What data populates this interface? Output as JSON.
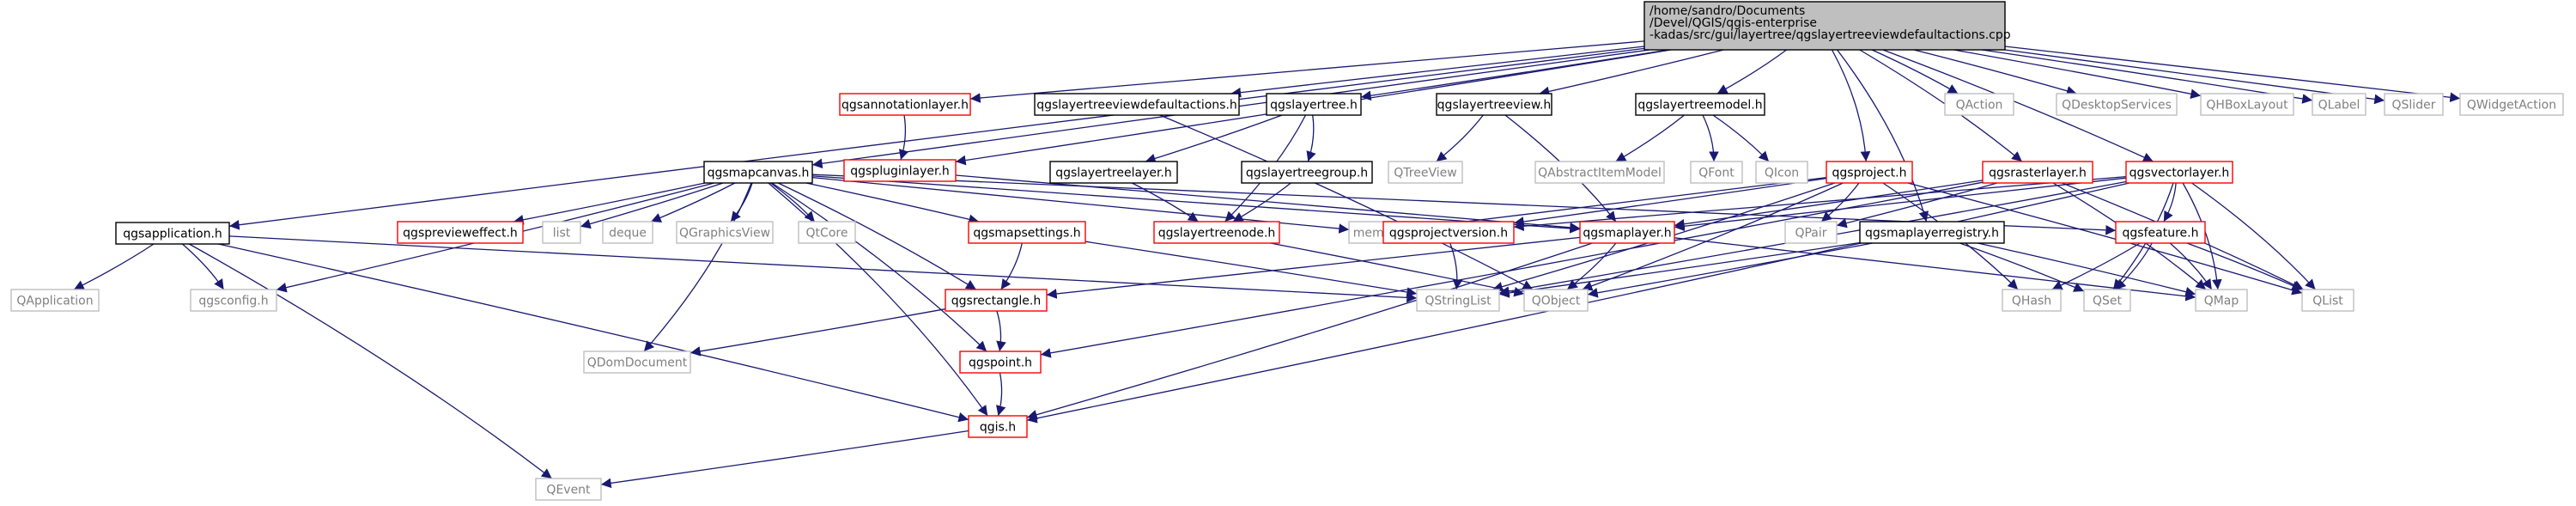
{
  "title": "/home/sandro/Documents/Devel/QGIS/qgis-enterprise-kadas/src/gui/layertree/qgslayertreeviewdefaultactions.cpp",
  "colors": {
    "edge": "#191970",
    "root_fill": "#bfbfbf",
    "documented_border": "#000000",
    "undocumented_border": "#ff0000",
    "external_border": "#bfbfbf",
    "external_text": "#808080"
  },
  "nodes": [
    {
      "id": "root",
      "label": "/home/sandro/Documents\n/Devel/QGIS/qgis-enterprise\n-kadas/src/gui/layertree/qgslayertreeviewdefaultactions.cpp",
      "kind": "root"
    },
    {
      "id": "qgsannotationlayer",
      "label": "qgsannotationlayer.h",
      "kind": "red"
    },
    {
      "id": "qgslayertreeviewdefaultactions",
      "label": "qgslayertreeviewdefaultactions.h",
      "kind": "black"
    },
    {
      "id": "qgslayertree",
      "label": "qgslayertree.h",
      "kind": "black"
    },
    {
      "id": "qgslayertreeview",
      "label": "qgslayertreeview.h",
      "kind": "black"
    },
    {
      "id": "qgslayertreemodel",
      "label": "qgslayertreemodel.h",
      "kind": "black"
    },
    {
      "id": "QAction",
      "label": "QAction",
      "kind": "gray"
    },
    {
      "id": "QDesktopServices",
      "label": "QDesktopServices",
      "kind": "gray"
    },
    {
      "id": "QHBoxLayout",
      "label": "QHBoxLayout",
      "kind": "gray"
    },
    {
      "id": "QLabel",
      "label": "QLabel",
      "kind": "gray"
    },
    {
      "id": "QSlider",
      "label": "QSlider",
      "kind": "gray"
    },
    {
      "id": "QWidgetAction",
      "label": "QWidgetAction",
      "kind": "gray"
    },
    {
      "id": "qgspluginlayer",
      "label": "qgspluginlayer.h",
      "kind": "red"
    },
    {
      "id": "qgsmapcanvas",
      "label": "qgsmapcanvas.h",
      "kind": "black"
    },
    {
      "id": "qgslayertreelayer",
      "label": "qgslayertreelayer.h",
      "kind": "black"
    },
    {
      "id": "qgslayertreegroup",
      "label": "qgslayertreegroup.h",
      "kind": "black"
    },
    {
      "id": "QTreeView",
      "label": "QTreeView",
      "kind": "gray"
    },
    {
      "id": "QAbstractItemModel",
      "label": "QAbstractItemModel",
      "kind": "gray"
    },
    {
      "id": "QFont",
      "label": "QFont",
      "kind": "gray"
    },
    {
      "id": "QIcon",
      "label": "QIcon",
      "kind": "gray"
    },
    {
      "id": "qgsproject",
      "label": "qgsproject.h",
      "kind": "red"
    },
    {
      "id": "qgsrasterlayer",
      "label": "qgsrasterlayer.h",
      "kind": "red"
    },
    {
      "id": "qgsvectorlayer",
      "label": "qgsvectorlayer.h",
      "kind": "red"
    },
    {
      "id": "qgsapplication",
      "label": "qgsapplication.h",
      "kind": "black"
    },
    {
      "id": "qgspreviewеffect",
      "label": "qgspreviewеffect.h",
      "kind": "red"
    },
    {
      "id": "list",
      "label": "list",
      "kind": "gray"
    },
    {
      "id": "deque",
      "label": "deque",
      "kind": "gray"
    },
    {
      "id": "QGraphicsView",
      "label": "QGraphicsView",
      "kind": "gray"
    },
    {
      "id": "QtCore",
      "label": "QtCore",
      "kind": "gray"
    },
    {
      "id": "qgsmapsettings",
      "label": "qgsmapsettings.h",
      "kind": "red"
    },
    {
      "id": "qgslayertreenode",
      "label": "qgslayertreenode.h",
      "kind": "red"
    },
    {
      "id": "memory",
      "label": "memory",
      "kind": "gray"
    },
    {
      "id": "qgsprojectversion",
      "label": "qgsprojectversion.h",
      "kind": "red"
    },
    {
      "id": "qgsmaplayer",
      "label": "qgsmaplayer.h",
      "kind": "red"
    },
    {
      "id": "QPair",
      "label": "QPair",
      "kind": "gray"
    },
    {
      "id": "qgsmaplayerregistry",
      "label": "qgsmaplayerregistry.h",
      "kind": "black"
    },
    {
      "id": "qgsfeature",
      "label": "qgsfeature.h",
      "kind": "red"
    },
    {
      "id": "QApplication",
      "label": "QApplication",
      "kind": "gray"
    },
    {
      "id": "qgsconfig",
      "label": "qgsconfig.h",
      "kind": "gray"
    },
    {
      "id": "qgsrectangle",
      "label": "qgsrectangle.h",
      "kind": "red"
    },
    {
      "id": "QStringList",
      "label": "QStringList",
      "kind": "gray"
    },
    {
      "id": "QObject",
      "label": "QObject",
      "kind": "gray"
    },
    {
      "id": "QHash",
      "label": "QHash",
      "kind": "gray"
    },
    {
      "id": "QSet",
      "label": "QSet",
      "kind": "gray"
    },
    {
      "id": "QMap",
      "label": "QMap",
      "kind": "gray"
    },
    {
      "id": "QList",
      "label": "QList",
      "kind": "gray"
    },
    {
      "id": "QDomDocument",
      "label": "QDomDocument",
      "kind": "gray"
    },
    {
      "id": "qgspoint",
      "label": "qgspoint.h",
      "kind": "red"
    },
    {
      "id": "qgis",
      "label": "qgis.h",
      "kind": "red"
    },
    {
      "id": "QEvent",
      "label": "QEvent",
      "kind": "gray"
    }
  ],
  "edges": [
    [
      "root",
      "qgsannotationlayer"
    ],
    [
      "root",
      "qgslayertreeviewdefaultactions"
    ],
    [
      "root",
      "qgslayertree"
    ],
    [
      "root",
      "qgslayertreeview"
    ],
    [
      "root",
      "qgslayertreemodel"
    ],
    [
      "root",
      "QAction"
    ],
    [
      "root",
      "QDesktopServices"
    ],
    [
      "root",
      "QHBoxLayout"
    ],
    [
      "root",
      "QLabel"
    ],
    [
      "root",
      "QSlider"
    ],
    [
      "root",
      "QWidgetAction"
    ],
    [
      "root",
      "qgspluginlayer"
    ],
    [
      "root",
      "qgsmapcanvas"
    ],
    [
      "root",
      "qgsapplication"
    ],
    [
      "root",
      "qgsproject"
    ],
    [
      "root",
      "qgsrasterlayer"
    ],
    [
      "root",
      "qgsvectorlayer"
    ],
    [
      "root",
      "qgsmaplayerregistry"
    ],
    [
      "qgsannotationlayer",
      "qgspluginlayer"
    ],
    [
      "qgslayertreeviewdefaultactions",
      "QObject"
    ],
    [
      "qgslayertree",
      "qgslayertreelayer"
    ],
    [
      "qgslayertree",
      "qgslayertreegroup"
    ],
    [
      "qgslayertree",
      "qgslayertreenode"
    ],
    [
      "qgslayertreeview",
      "QTreeView"
    ],
    [
      "qgslayertreeview",
      "qgsmaplayer"
    ],
    [
      "qgslayertreemodel",
      "QAbstractItemModel"
    ],
    [
      "qgslayertreemodel",
      "QFont"
    ],
    [
      "qgslayertreemodel",
      "QIcon"
    ],
    [
      "qgspluginlayer",
      "qgsmaplayer"
    ],
    [
      "qgsmapcanvas",
      "qgspreviewеffect"
    ],
    [
      "qgsmapcanvas",
      "list"
    ],
    [
      "qgsmapcanvas",
      "deque"
    ],
    [
      "qgsmapcanvas",
      "QGraphicsView"
    ],
    [
      "qgsmapcanvas",
      "QtCore"
    ],
    [
      "qgsmapcanvas",
      "qgsmapsettings"
    ],
    [
      "qgsmapcanvas",
      "memory"
    ],
    [
      "qgsmapcanvas",
      "qgsconfig"
    ],
    [
      "qgsmapcanvas",
      "qgsrectangle"
    ],
    [
      "qgsmapcanvas",
      "qgspoint"
    ],
    [
      "qgsmapcanvas",
      "QDomDocument"
    ],
    [
      "qgsmapcanvas",
      "qgis"
    ],
    [
      "qgsmapcanvas",
      "qgsfeature"
    ],
    [
      "qgsmapcanvas",
      "qgsmaplayer"
    ],
    [
      "qgslayertreelayer",
      "qgslayertreenode"
    ],
    [
      "qgslayertreegroup",
      "qgslayertreenode"
    ],
    [
      "qgslayertreenode",
      "QObject"
    ],
    [
      "qgsproject",
      "memory"
    ],
    [
      "qgsproject",
      "qgsprojectversion"
    ],
    [
      "qgsproject",
      "QPair"
    ],
    [
      "qgsproject",
      "QObject"
    ],
    [
      "qgsproject",
      "QHash"
    ],
    [
      "qgsproject",
      "QList"
    ],
    [
      "qgsproject",
      "QStringList"
    ],
    [
      "qgsrasterlayer",
      "qgsmaplayer"
    ],
    [
      "qgsrasterlayer",
      "QPair"
    ],
    [
      "qgsrasterlayer",
      "QMap"
    ],
    [
      "qgsrasterlayer",
      "qgspoint"
    ],
    [
      "qgsrasterlayer",
      "QList"
    ],
    [
      "qgsvectorlayer",
      "qgsfeature"
    ],
    [
      "qgsvectorlayer",
      "qgsmaplayer"
    ],
    [
      "qgsvectorlayer",
      "QSet"
    ],
    [
      "qgsvectorlayer",
      "QMap"
    ],
    [
      "qgsvectorlayer",
      "QList"
    ],
    [
      "qgsvectorlayer",
      "QStringList"
    ],
    [
      "qgsvectorlayer",
      "qgis"
    ],
    [
      "qgsvectorlayer",
      "qgsprojectversion"
    ],
    [
      "qgsapplication",
      "QApplication"
    ],
    [
      "qgsapplication",
      "qgsconfig"
    ],
    [
      "qgsapplication",
      "QEvent"
    ],
    [
      "qgsapplication",
      "qgis"
    ],
    [
      "qgsapplication",
      "QStringList"
    ],
    [
      "qgsmapsettings",
      "qgsrectangle"
    ],
    [
      "qgsmapsettings",
      "QStringList"
    ],
    [
      "qgsprojectversion",
      "QStringList"
    ],
    [
      "qgsmaplayer",
      "qgsrectangle"
    ],
    [
      "qgsmaplayer",
      "QObject"
    ],
    [
      "qgsmaplayer",
      "qgis"
    ],
    [
      "qgsmaplayer",
      "QMap"
    ],
    [
      "qgsmaplayerregistry",
      "QObject"
    ],
    [
      "qgsmaplayerregistry",
      "QSet"
    ],
    [
      "qgsmaplayerregistry",
      "QMap"
    ],
    [
      "qgsmaplayerregistry",
      "QStringList"
    ],
    [
      "qgsfeature",
      "QHash"
    ],
    [
      "qgsfeature",
      "QSet"
    ],
    [
      "qgsfeature",
      "QMap"
    ],
    [
      "qgsfeature",
      "QList"
    ],
    [
      "qgsrectangle",
      "QDomDocument"
    ],
    [
      "qgsrectangle",
      "qgspoint"
    ],
    [
      "qgspoint",
      "qgis"
    ],
    [
      "qgis",
      "QEvent"
    ]
  ]
}
